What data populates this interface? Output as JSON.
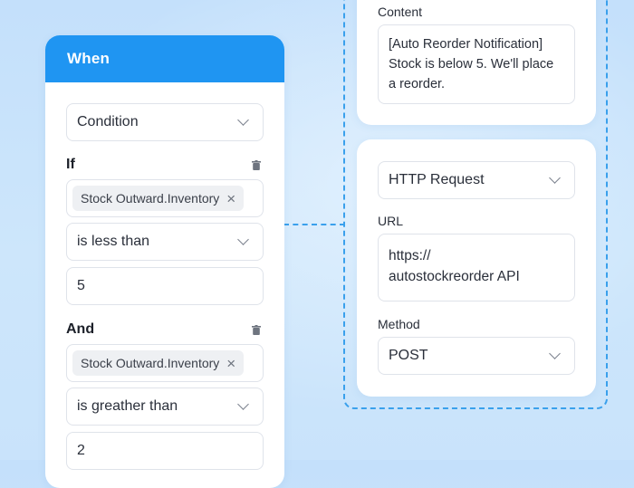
{
  "when_card": {
    "title": "When",
    "trigger_select": "Condition",
    "if_label": "If",
    "if_chip": "Stock Outward.Inventory",
    "if_operator": "is less than",
    "if_value": "5",
    "and_label": "And",
    "and_chip": "Stock Outward.Inventory",
    "and_operator": "is greather than",
    "and_value": "2"
  },
  "notification_card": {
    "content_label": "Content",
    "content_line1": "[Auto Reorder Notification]",
    "content_line2": "Stock is below 5. We'll place",
    "content_line3": "a reorder."
  },
  "http_card": {
    "action_select": "HTTP Request",
    "url_label": "URL",
    "url_line1": "https://",
    "url_line2": "autostockreorder API",
    "method_label": "Method",
    "method_select": "POST"
  },
  "colors": {
    "accent": "#1f95f2",
    "connector": "#3aa0ec",
    "background": "#c4e0fb"
  },
  "icons": [
    "chevron-down-icon",
    "trash-icon",
    "close-icon"
  ]
}
